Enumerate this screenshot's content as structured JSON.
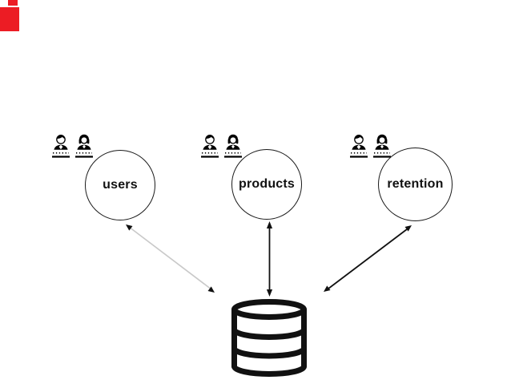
{
  "page": {
    "type": "slide-diagram",
    "background": "#ffffff"
  },
  "colors": {
    "background": "#ffffff",
    "ink": "#111111",
    "node_stroke": "#1a1a1a",
    "edge_gray": "#c9c9c9",
    "accent_red": "#ec1c24"
  },
  "corner_marks": {
    "color": "#ec1c24",
    "shapes": [
      "large-red-block",
      "small-red-block"
    ]
  },
  "diagram": {
    "nodes": [
      {
        "id": "users",
        "label": "users",
        "icons": [
          "man-technologist",
          "woman-technologist"
        ]
      },
      {
        "id": "products",
        "label": "products",
        "icons": [
          "man-technologist",
          "woman-technologist"
        ]
      },
      {
        "id": "retention",
        "label": "retention",
        "icons": [
          "man-technologist",
          "woman-technologist"
        ]
      }
    ],
    "database": {
      "id": "database",
      "icon": "database-cylinder",
      "label": ""
    },
    "edges": [
      {
        "from": "users",
        "to": "database",
        "direction": "bidirectional",
        "line_color": "#c9c9c9",
        "arrowhead_color": "#111111"
      },
      {
        "from": "products",
        "to": "database",
        "direction": "bidirectional",
        "line_color": "#111111",
        "arrowhead_color": "#111111"
      },
      {
        "from": "retention",
        "to": "database",
        "direction": "bidirectional",
        "line_color": "#111111",
        "arrowhead_color": "#111111"
      }
    ]
  }
}
